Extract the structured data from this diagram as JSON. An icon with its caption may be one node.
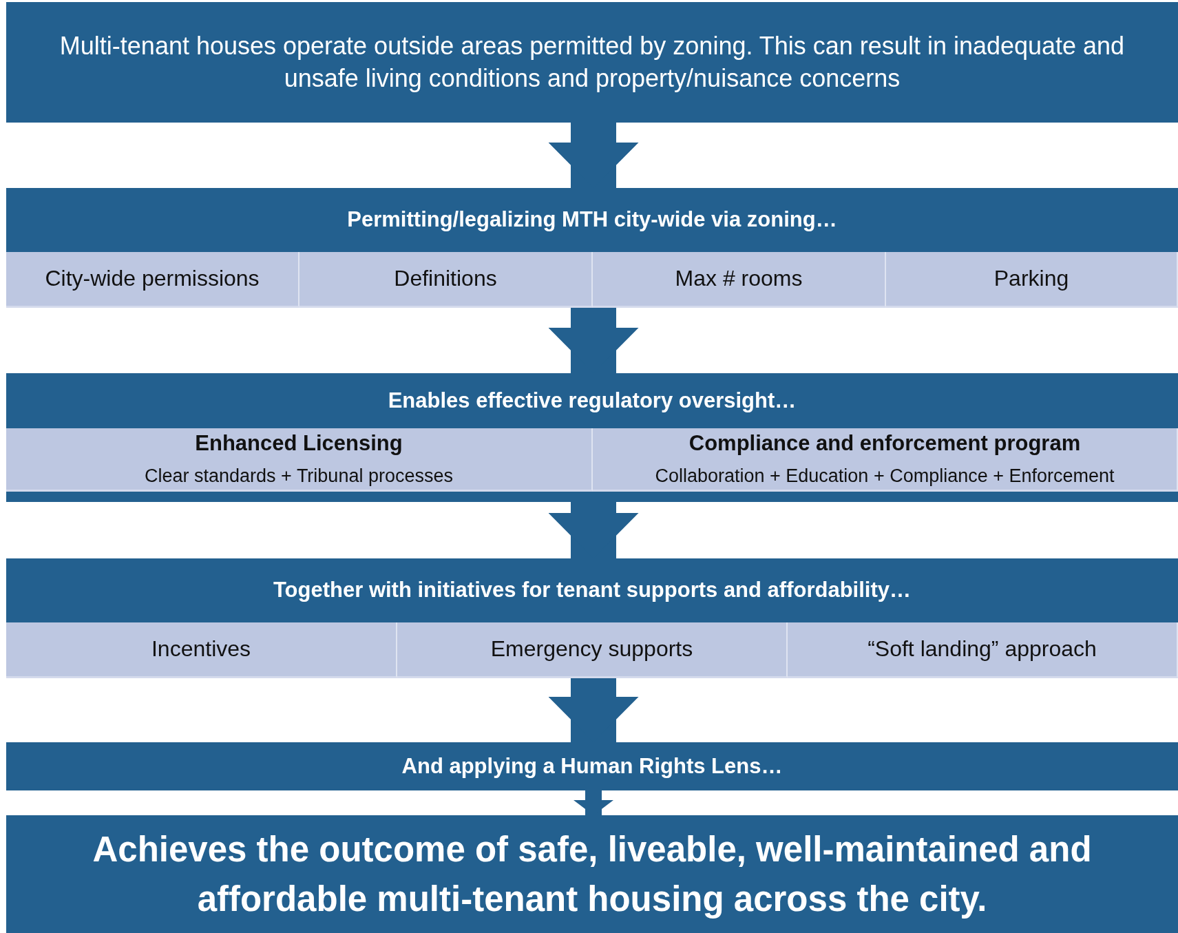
{
  "diagram": {
    "nodes": [
      {
        "text": [
          "Multi-tenant houses operate outside areas permitted by zoning.  This can result in inadequate and unsafe living conditions and property/nuisance concerns"
        ]
      },
      {
        "text": [
          "Permitting/legalizing MTH city-wide via zoning…"
        ]
      },
      {
        "text": [
          "City-wide permissions"
        ],
        "in": 1
      },
      {
        "text": [
          "Definitions"
        ],
        "in": 1
      },
      {
        "text": [
          "Max # rooms"
        ],
        "in": 1
      },
      {
        "text": [
          "Parking"
        ],
        "in": 1
      },
      {
        "text": [
          "Enables effective regulatory oversight…"
        ]
      },
      {
        "text": [
          "Enhanced Licensing",
          "Clear standards + Tribunal  processes"
        ],
        "in": 6
      },
      {
        "text": [
          "Compliance and enforcement program",
          "Collaboration + Education + Compliance + Enforcement"
        ],
        "in": 6
      },
      {
        "text": [
          "Together with initiatives for tenant supports and affordability…"
        ]
      },
      {
        "text": [
          "Incentives"
        ],
        "in": 9
      },
      {
        "text": [
          "Emergency supports"
        ],
        "in": 9
      },
      {
        "text": [
          "“Soft landing” approach"
        ],
        "in": 9
      },
      {
        "text": [
          "And applying a Human Rights Lens…"
        ]
      },
      {
        "text": [
          "Achieves the outcome of safe, liveable, well-maintained and affordable multi-tenant housing across the city."
        ]
      }
    ],
    "edges": [
      {
        "from": 0,
        "to": 1,
        "arrow": "to"
      },
      {
        "from": 1,
        "to": 6,
        "arrow": "to"
      },
      {
        "from": 6,
        "to": 9,
        "arrow": "to"
      },
      {
        "from": 9,
        "to": 13,
        "arrow": "to"
      },
      {
        "from": 13,
        "to": 14,
        "arrow": "to"
      }
    ]
  }
}
